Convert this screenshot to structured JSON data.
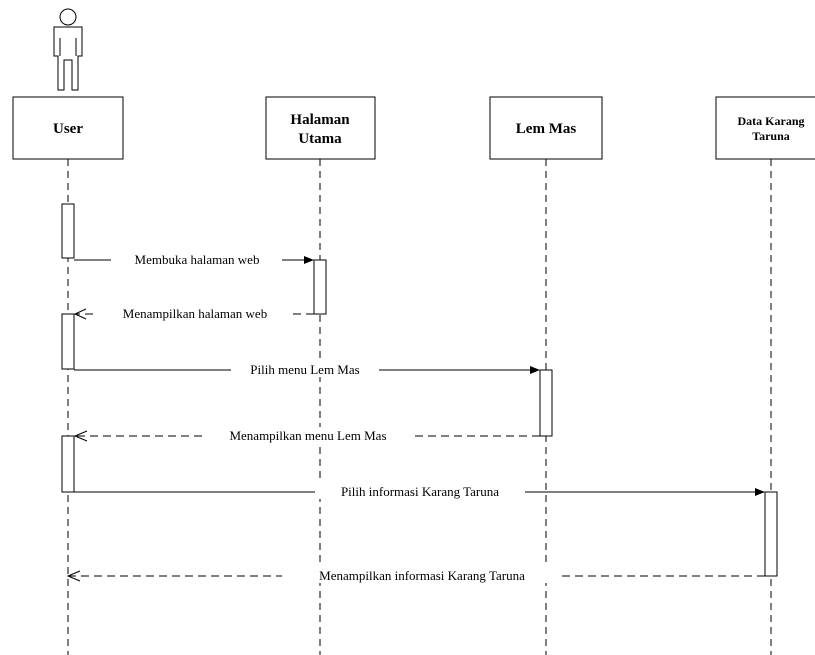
{
  "participants": [
    {
      "id": "user",
      "label_lines": [
        "User"
      ]
    },
    {
      "id": "halaman",
      "label_lines": [
        "Halaman",
        "Utama"
      ]
    },
    {
      "id": "lemmas",
      "label_lines": [
        "Lem Mas"
      ]
    },
    {
      "id": "data",
      "label_lines": [
        "Data Karang",
        "Taruna"
      ]
    }
  ],
  "messages": [
    {
      "label": "Membuka halaman web",
      "from": "user",
      "to": "halaman",
      "style": "solid"
    },
    {
      "label": "Menampilkan halaman web",
      "from": "halaman",
      "to": "user",
      "style": "return"
    },
    {
      "label": "Pilih menu Lem Mas",
      "from": "user",
      "to": "lemmas",
      "style": "solid"
    },
    {
      "label": "Menampilkan menu Lem Mas",
      "from": "lemmas",
      "to": "user",
      "style": "return"
    },
    {
      "label": "Pilih informasi Karang Taruna",
      "from": "user",
      "to": "data",
      "style": "solid"
    },
    {
      "label": "Menampilkan informasi Karang Taruna",
      "from": "data",
      "to": "user",
      "style": "return"
    }
  ]
}
